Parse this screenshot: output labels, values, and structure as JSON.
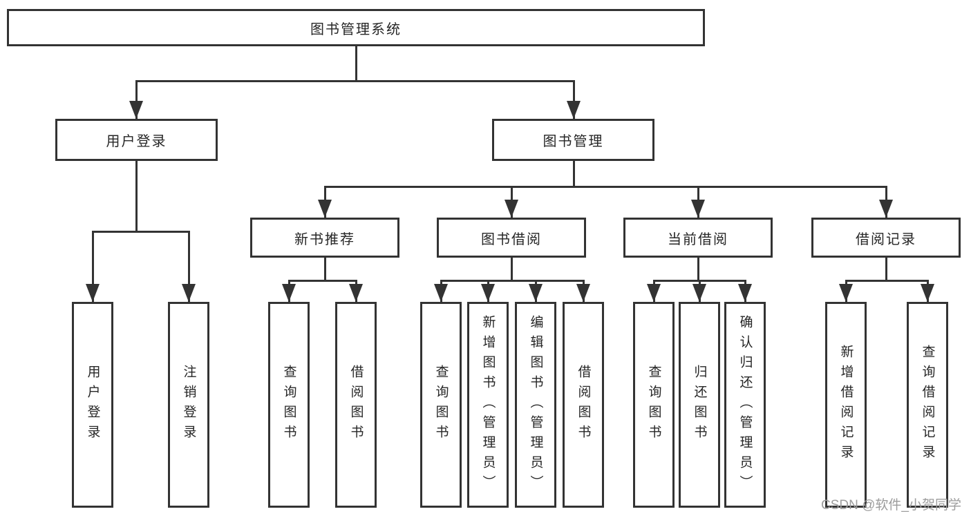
{
  "tree": {
    "label": "图书管理系统",
    "children": [
      {
        "label": "用户登录",
        "children": [
          {
            "label": "用户登录"
          },
          {
            "label": "注销登录"
          }
        ]
      },
      {
        "label": "图书管理",
        "children": [
          {
            "label": "新书推荐",
            "children": [
              {
                "label": "查询图书"
              },
              {
                "label": "借阅图书"
              }
            ]
          },
          {
            "label": "图书借阅",
            "children": [
              {
                "label": "查询图书"
              },
              {
                "label": "新增图书（管理员）"
              },
              {
                "label": "编辑图书（管理员）"
              },
              {
                "label": "借阅图书"
              }
            ]
          },
          {
            "label": "当前借阅",
            "children": [
              {
                "label": "查询图书"
              },
              {
                "label": "归还图书"
              },
              {
                "label": "确认归还（管理员）"
              }
            ]
          },
          {
            "label": "借阅记录",
            "children": [
              {
                "label": "新增借阅记录"
              },
              {
                "label": "查询借阅记录"
              }
            ]
          }
        ]
      }
    ]
  },
  "watermark": "CSDN @软件_小贺同学",
  "colors": {
    "line": "#333333",
    "text": "#262626",
    "watermark": "#9c9c9c",
    "background": "#ffffff"
  }
}
